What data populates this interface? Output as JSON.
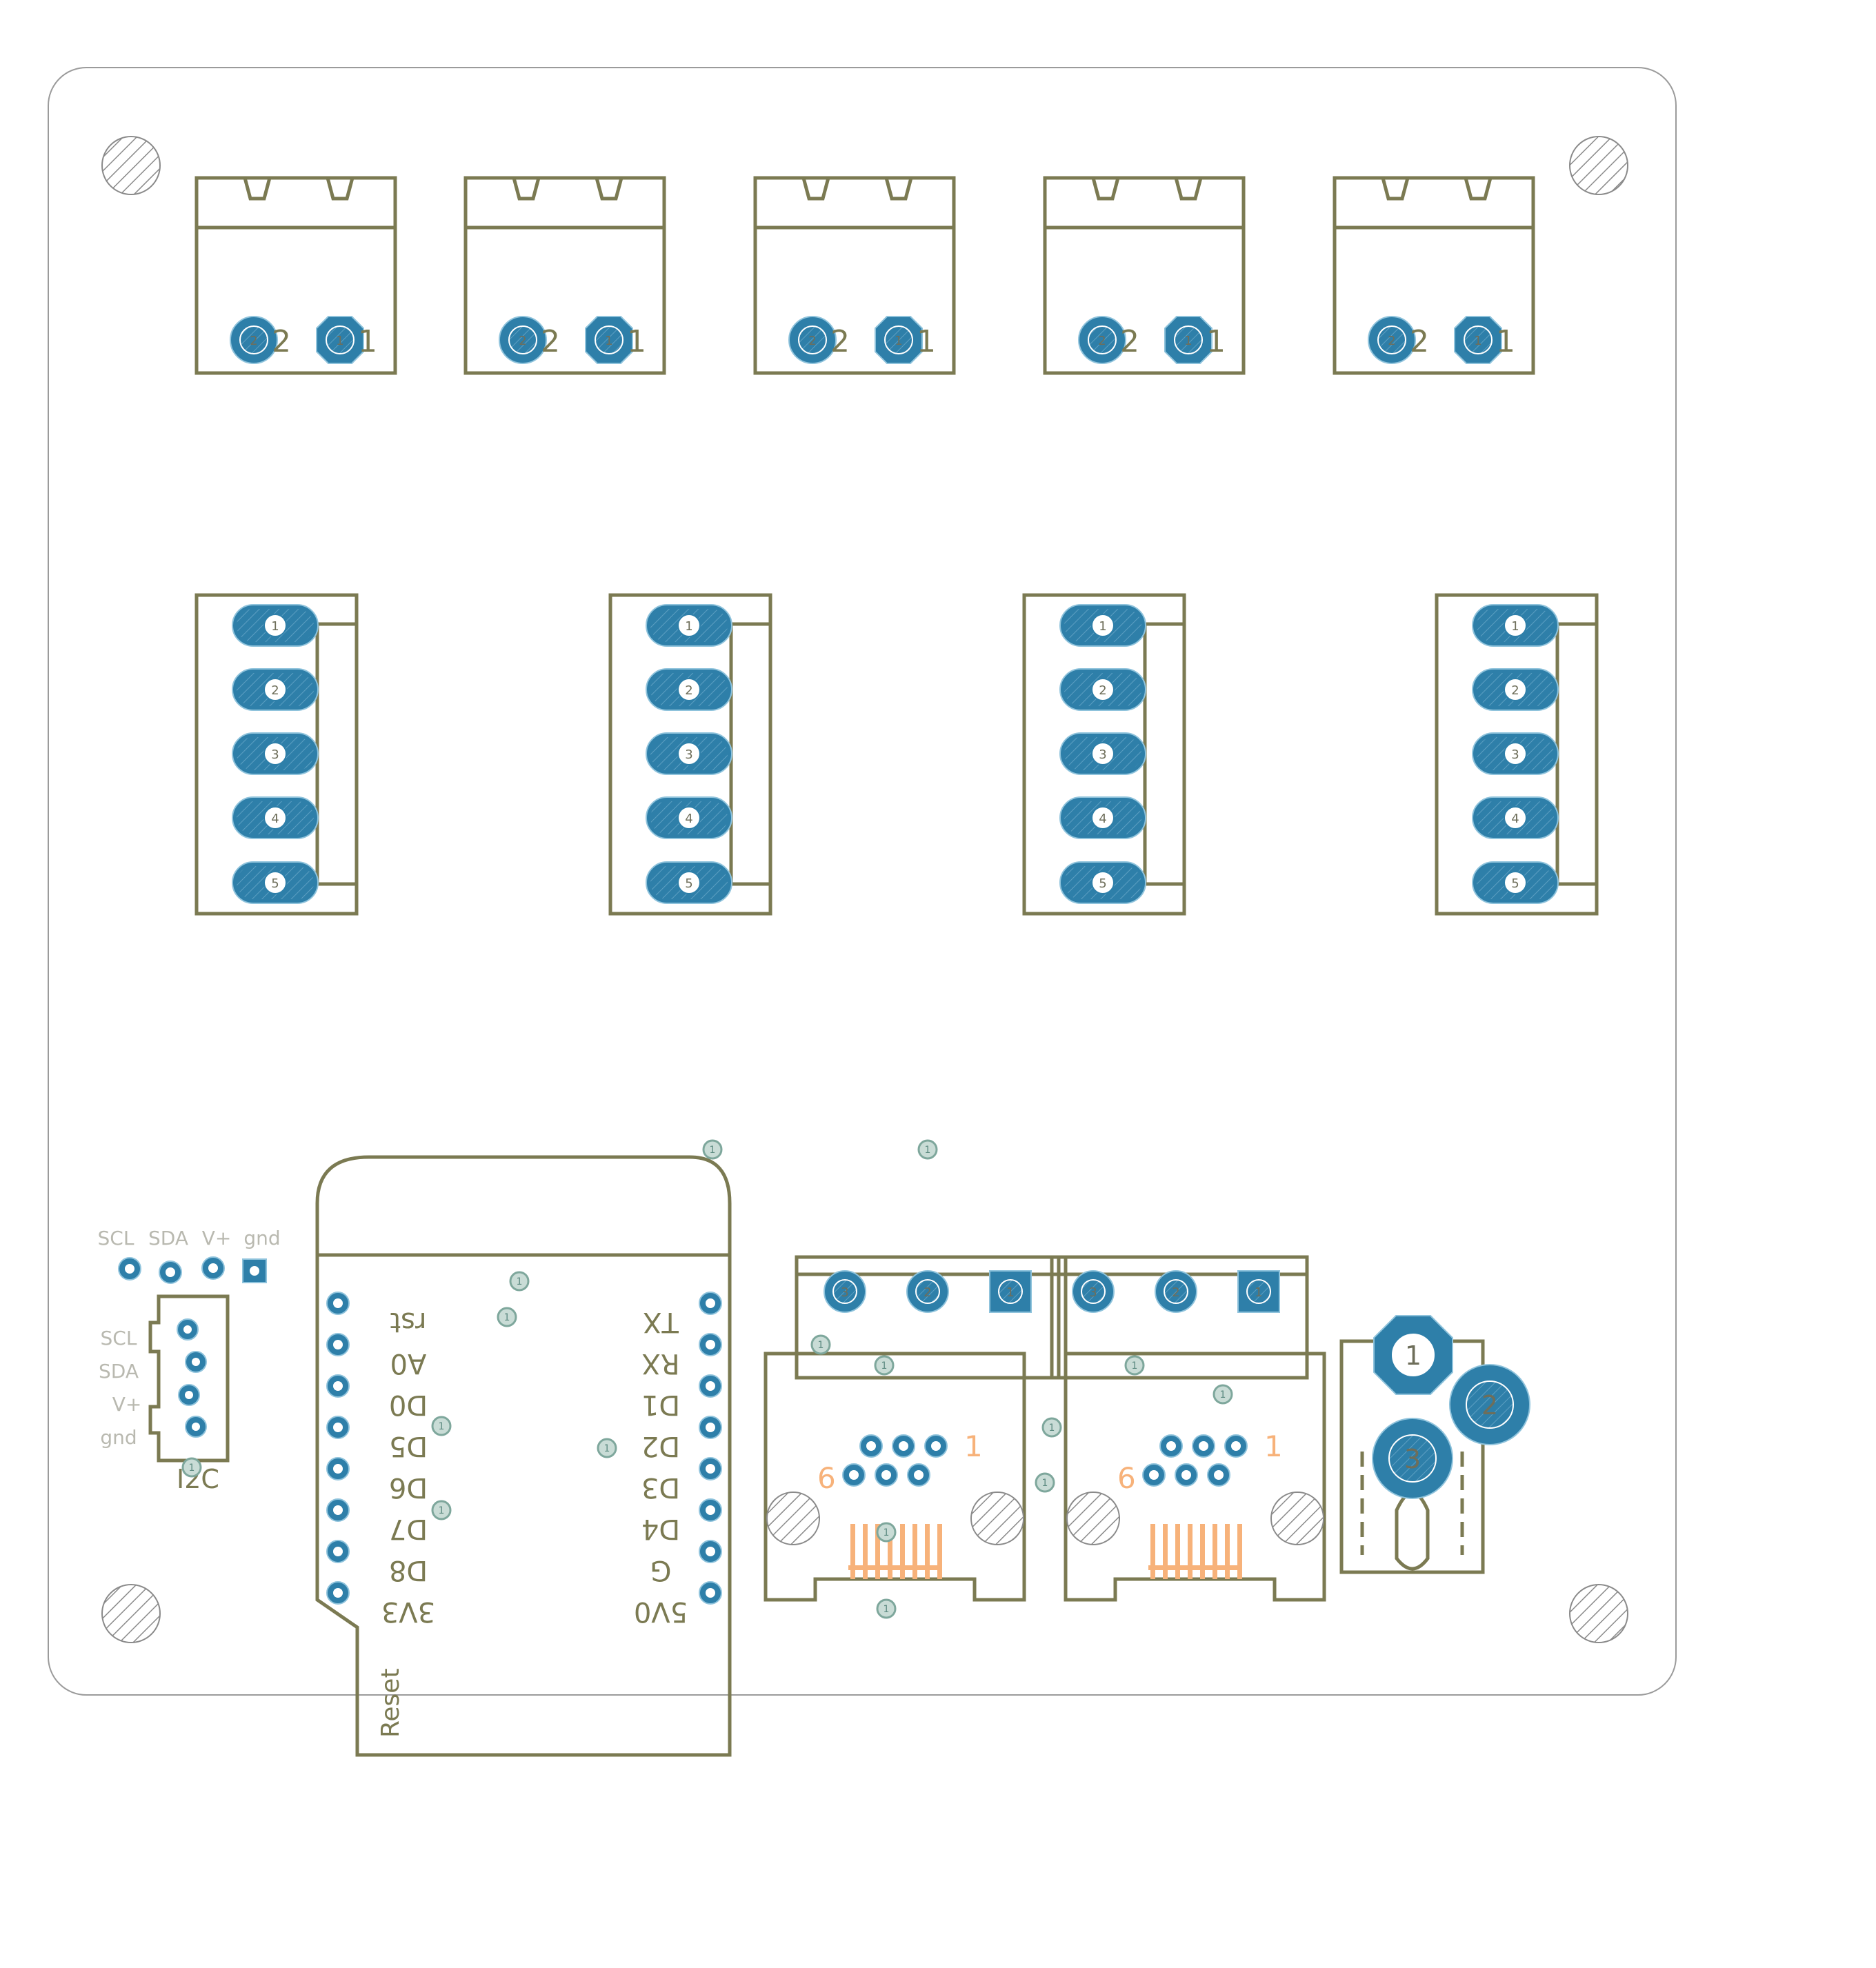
{
  "colors": {
    "silkscreen": "#7b7a52",
    "pad": "#2e7fa9",
    "board_outline": "#9b9b9b",
    "rj_contacts": "#f7b27a",
    "secondary_text": "#b9b9b0"
  },
  "terminals_2pin": {
    "pin_labels": [
      "2",
      "1"
    ],
    "pad_numbers": [
      "2",
      "1"
    ]
  },
  "terminals_5pin": {
    "pad_numbers": [
      "1",
      "2",
      "3",
      "4",
      "5"
    ]
  },
  "i2c_header": {
    "labels_top": [
      "SCL",
      "SDA",
      "V+",
      "gnd"
    ],
    "labels_side": [
      "SCL",
      "SDA",
      "V+",
      "gnd"
    ],
    "title": "I2C"
  },
  "mcu": {
    "left_pins": [
      "rst",
      "A0",
      "D0",
      "D5",
      "D6",
      "D7",
      "D8",
      "3V3"
    ],
    "right_pins": [
      "TX",
      "RX",
      "D1",
      "D2",
      "D3",
      "D4",
      "G",
      "5V0"
    ],
    "reset_label": "Reset"
  },
  "rj_connectors": {
    "pin_a": "1",
    "pin_b": "6"
  },
  "screw_terminal_3pin": {
    "pad_numbers": [
      "3",
      "2",
      "1"
    ]
  },
  "regulator": {
    "pad_numbers": [
      "1",
      "2",
      "3"
    ]
  },
  "via_label": "1"
}
